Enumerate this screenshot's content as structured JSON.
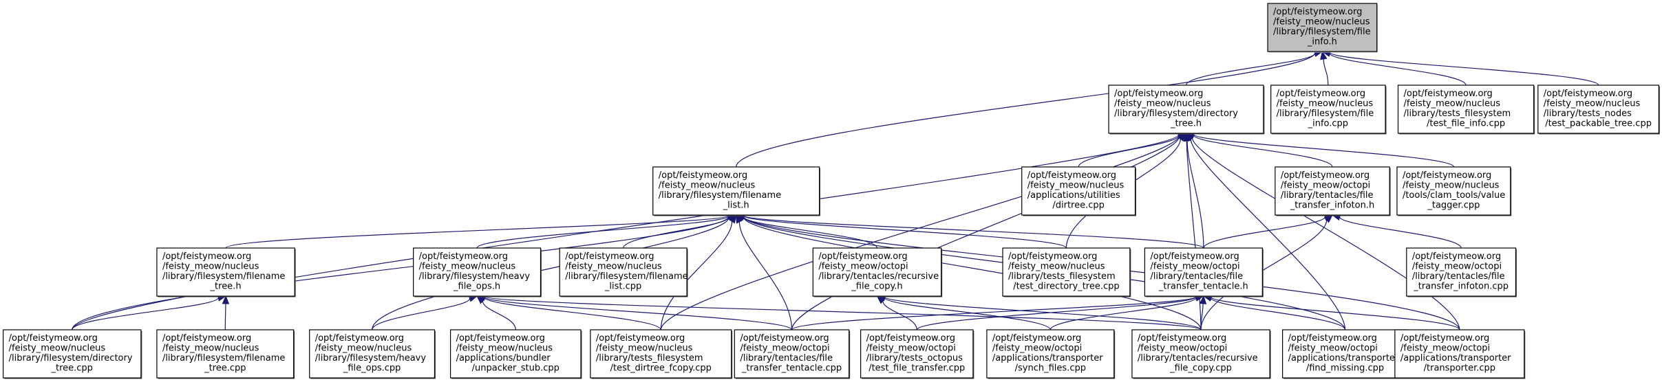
{
  "graph": {
    "title": "Include dependency graph for file_info.h",
    "edge_color": "#191970",
    "root_fill": "#bfbfbf",
    "node_fill": "#ffffff",
    "nodes": [
      {
        "id": "file_info_h",
        "root": true,
        "lines": [
          "/opt/feistymeow.org",
          "/feisty_meow/nucleus",
          "/library/filesystem/file",
          "_info.h"
        ]
      },
      {
        "id": "directory_tree_h",
        "lines": [
          "/opt/feistymeow.org",
          "/feisty_meow/nucleus",
          "/library/filesystem/directory",
          "_tree.h"
        ]
      },
      {
        "id": "file_info_cpp",
        "lines": [
          "/opt/feistymeow.org",
          "/feisty_meow/nucleus",
          "/library/filesystem/file",
          "_info.cpp"
        ]
      },
      {
        "id": "test_file_info_cpp",
        "lines": [
          "/opt/feistymeow.org",
          "/feisty_meow/nucleus",
          "/library/tests_filesystem",
          "/test_file_info.cpp"
        ]
      },
      {
        "id": "test_packable_tree_cpp",
        "lines": [
          "/opt/feistymeow.org",
          "/feisty_meow/nucleus",
          "/library/tests_nodes",
          "/test_packable_tree.cpp"
        ]
      },
      {
        "id": "filename_list_h",
        "lines": [
          "/opt/feistymeow.org",
          "/feisty_meow/nucleus",
          "/library/filesystem/filename",
          "_list.h"
        ]
      },
      {
        "id": "dirtree_cpp",
        "lines": [
          "/opt/feistymeow.org",
          "/feisty_meow/nucleus",
          "/applications/utilities",
          "/dirtree.cpp"
        ]
      },
      {
        "id": "file_transfer_infoton_h",
        "lines": [
          "/opt/feistymeow.org",
          "/feisty_meow/octopi",
          "/library/tentacles/file",
          "_transfer_infoton.h"
        ]
      },
      {
        "id": "value_tagger_cpp",
        "lines": [
          "/opt/feistymeow.org",
          "/feisty_meow/nucleus",
          "/tools/clam_tools/value",
          "_tagger.cpp"
        ]
      },
      {
        "id": "filename_tree_h",
        "lines": [
          "/opt/feistymeow.org",
          "/feisty_meow/nucleus",
          "/library/filesystem/filename",
          "_tree.h"
        ]
      },
      {
        "id": "heavy_file_ops_h",
        "lines": [
          "/opt/feistymeow.org",
          "/feisty_meow/nucleus",
          "/library/filesystem/heavy",
          "_file_ops.h"
        ]
      },
      {
        "id": "filename_list_cpp",
        "lines": [
          "/opt/feistymeow.org",
          "/feisty_meow/nucleus",
          "/library/filesystem/filename",
          "_list.cpp"
        ]
      },
      {
        "id": "recursive_file_copy_h",
        "lines": [
          "/opt/feistymeow.org",
          "/feisty_meow/octopi",
          "/library/tentacles/recursive",
          "_file_copy.h"
        ]
      },
      {
        "id": "test_directory_tree_cpp",
        "lines": [
          "/opt/feistymeow.org",
          "/feisty_meow/nucleus",
          "/library/tests_filesystem",
          "/test_directory_tree.cpp"
        ]
      },
      {
        "id": "file_transfer_tentacle_h",
        "lines": [
          "/opt/feistymeow.org",
          "/feisty_meow/octopi",
          "/library/tentacles/file",
          "_transfer_tentacle.h"
        ]
      },
      {
        "id": "file_transfer_infoton_cpp",
        "lines": [
          "/opt/feistymeow.org",
          "/feisty_meow/octopi",
          "/library/tentacles/file",
          "_transfer_infoton.cpp"
        ]
      },
      {
        "id": "directory_tree_cpp",
        "lines": [
          "/opt/feistymeow.org",
          "/feisty_meow/nucleus",
          "/library/filesystem/directory",
          "_tree.cpp"
        ]
      },
      {
        "id": "filename_tree_cpp",
        "lines": [
          "/opt/feistymeow.org",
          "/feisty_meow/nucleus",
          "/library/filesystem/filename",
          "_tree.cpp"
        ]
      },
      {
        "id": "heavy_file_ops_cpp",
        "lines": [
          "/opt/feistymeow.org",
          "/feisty_meow/nucleus",
          "/library/filesystem/heavy",
          "_file_ops.cpp"
        ]
      },
      {
        "id": "unpacker_stub_cpp",
        "lines": [
          "/opt/feistymeow.org",
          "/feisty_meow/nucleus",
          "/applications/bundler",
          "/unpacker_stub.cpp"
        ]
      },
      {
        "id": "test_dirtree_fcopy_cpp",
        "lines": [
          "/opt/feistymeow.org",
          "/feisty_meow/nucleus",
          "/library/tests_filesystem",
          "/test_dirtree_fcopy.cpp"
        ]
      },
      {
        "id": "file_transfer_tentacle_cpp",
        "lines": [
          "/opt/feistymeow.org",
          "/feisty_meow/octopi",
          "/library/tentacles/file",
          "_transfer_tentacle.cpp"
        ]
      },
      {
        "id": "test_file_transfer_cpp",
        "lines": [
          "/opt/feistymeow.org",
          "/feisty_meow/octopi",
          "/library/tests_octopus",
          "/test_file_transfer.cpp"
        ]
      },
      {
        "id": "synch_files_cpp",
        "lines": [
          "/opt/feistymeow.org",
          "/feisty_meow/octopi",
          "/applications/transporter",
          "/synch_files.cpp"
        ]
      },
      {
        "id": "recursive_file_copy_cpp",
        "lines": [
          "/opt/feistymeow.org",
          "/feisty_meow/octopi",
          "/library/tentacles/recursive",
          "_file_copy.cpp"
        ]
      },
      {
        "id": "find_missing_cpp",
        "lines": [
          "/opt/feistymeow.org",
          "/feisty_meow/octopi",
          "/applications/transporter",
          "/find_missing.cpp"
        ]
      },
      {
        "id": "transporter_cpp",
        "lines": [
          "/opt/feistymeow.org",
          "/feisty_meow/octopi",
          "/applications/transporter",
          "/transporter.cpp"
        ]
      }
    ],
    "edges": [
      [
        "directory_tree_h",
        "file_info_h"
      ],
      [
        "file_info_cpp",
        "file_info_h"
      ],
      [
        "test_file_info_cpp",
        "file_info_h"
      ],
      [
        "test_packable_tree_cpp",
        "file_info_h"
      ],
      [
        "filename_list_h",
        "file_info_h"
      ],
      [
        "dirtree_cpp",
        "directory_tree_h"
      ],
      [
        "file_transfer_infoton_h",
        "directory_tree_h"
      ],
      [
        "value_tagger_cpp",
        "directory_tree_h"
      ],
      [
        "test_directory_tree_cpp",
        "directory_tree_h"
      ],
      [
        "file_transfer_tentacle_h",
        "directory_tree_h"
      ],
      [
        "directory_tree_cpp",
        "directory_tree_h"
      ],
      [
        "test_dirtree_fcopy_cpp",
        "directory_tree_h"
      ],
      [
        "file_transfer_tentacle_cpp",
        "directory_tree_h"
      ],
      [
        "recursive_file_copy_cpp",
        "directory_tree_h"
      ],
      [
        "find_missing_cpp",
        "directory_tree_h"
      ],
      [
        "transporter_cpp",
        "directory_tree_h"
      ],
      [
        "filename_tree_h",
        "filename_list_h"
      ],
      [
        "heavy_file_ops_h",
        "filename_list_h"
      ],
      [
        "filename_list_cpp",
        "filename_list_h"
      ],
      [
        "recursive_file_copy_h",
        "filename_list_h"
      ],
      [
        "test_directory_tree_cpp",
        "filename_list_h"
      ],
      [
        "file_transfer_tentacle_h",
        "filename_list_h"
      ],
      [
        "directory_tree_cpp",
        "filename_list_h"
      ],
      [
        "heavy_file_ops_cpp",
        "filename_list_h"
      ],
      [
        "test_dirtree_fcopy_cpp",
        "filename_list_h"
      ],
      [
        "file_transfer_tentacle_cpp",
        "filename_list_h"
      ],
      [
        "recursive_file_copy_cpp",
        "filename_list_h"
      ],
      [
        "find_missing_cpp",
        "filename_list_h"
      ],
      [
        "transporter_cpp",
        "filename_list_h"
      ],
      [
        "file_transfer_tentacle_h",
        "file_transfer_infoton_h"
      ],
      [
        "file_transfer_infoton_cpp",
        "file_transfer_infoton_h"
      ],
      [
        "recursive_file_copy_cpp",
        "file_transfer_infoton_h"
      ],
      [
        "directory_tree_cpp",
        "filename_tree_h"
      ],
      [
        "filename_tree_cpp",
        "filename_tree_h"
      ],
      [
        "heavy_file_ops_cpp",
        "heavy_file_ops_h"
      ],
      [
        "unpacker_stub_cpp",
        "heavy_file_ops_h"
      ],
      [
        "test_dirtree_fcopy_cpp",
        "heavy_file_ops_h"
      ],
      [
        "file_transfer_tentacle_cpp",
        "heavy_file_ops_h"
      ],
      [
        "recursive_file_copy_cpp",
        "heavy_file_ops_h"
      ],
      [
        "test_file_transfer_cpp",
        "recursive_file_copy_h"
      ],
      [
        "synch_files_cpp",
        "recursive_file_copy_h"
      ],
      [
        "recursive_file_copy_cpp",
        "recursive_file_copy_h"
      ],
      [
        "file_transfer_tentacle_cpp",
        "file_transfer_tentacle_h"
      ],
      [
        "test_file_transfer_cpp",
        "file_transfer_tentacle_h"
      ],
      [
        "synch_files_cpp",
        "file_transfer_tentacle_h"
      ],
      [
        "recursive_file_copy_cpp",
        "file_transfer_tentacle_h"
      ],
      [
        "find_missing_cpp",
        "file_transfer_tentacle_h"
      ],
      [
        "transporter_cpp",
        "file_transfer_tentacle_h"
      ]
    ]
  }
}
